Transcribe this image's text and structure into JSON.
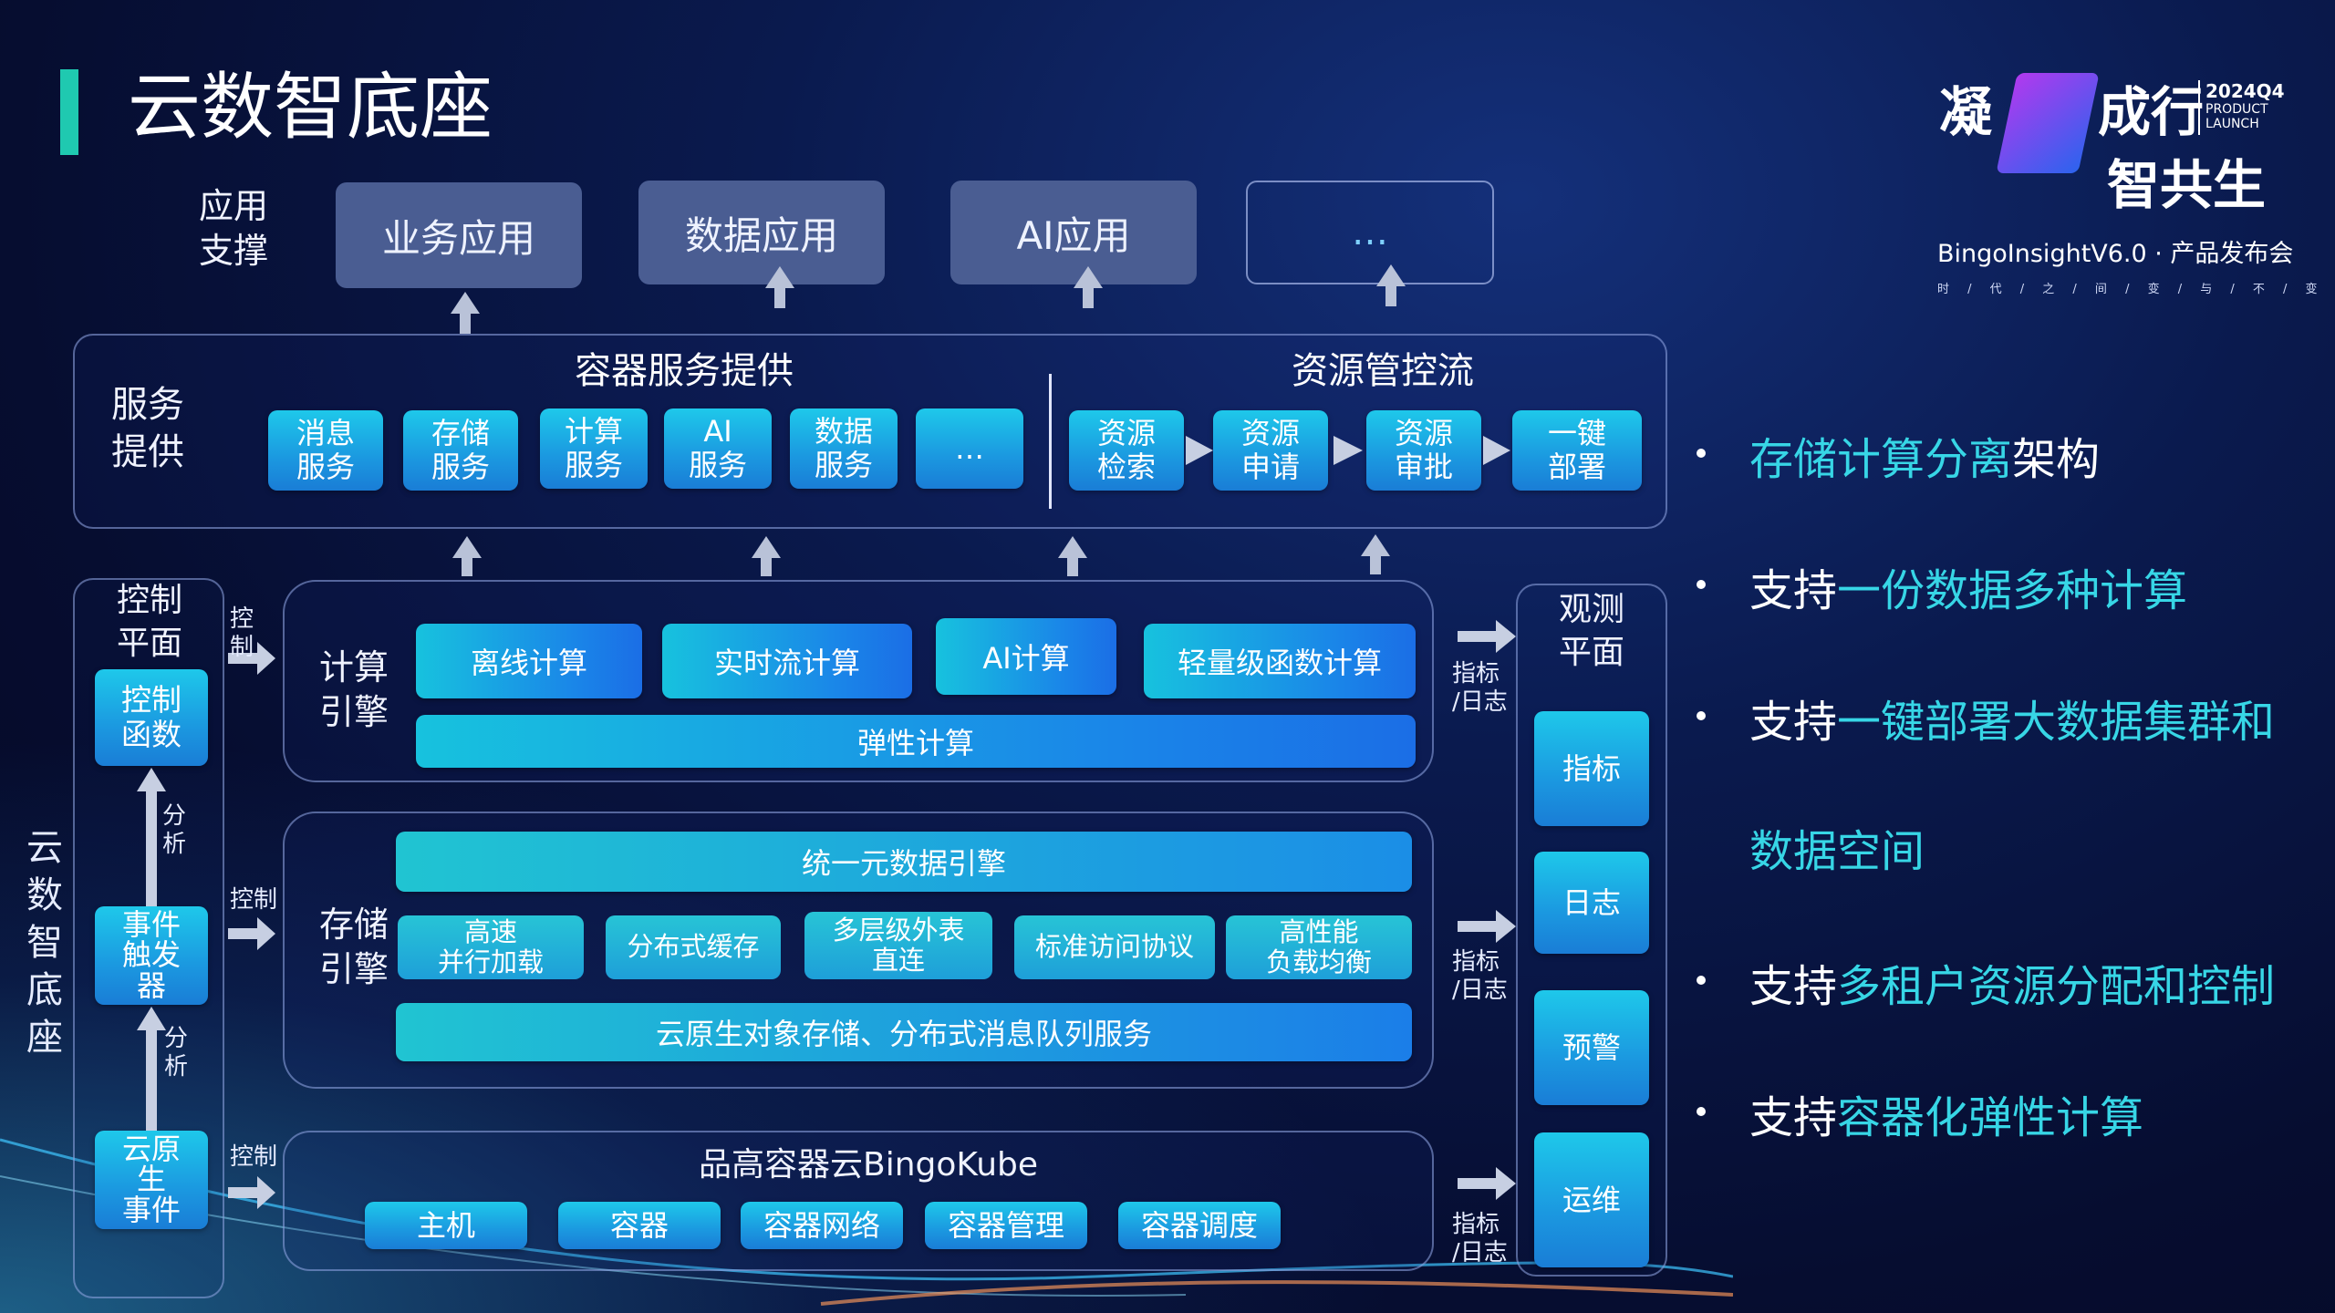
{
  "title": "云数智底座",
  "brand": {
    "line1_a": "凝",
    "line1_b": "成行",
    "line2": "智共生",
    "launch_code": "2024Q4",
    "launch_line1": "PRODUCT",
    "launch_line2": "LAUNCH",
    "subtitle": "BingoInsightV6.0 · 产品发布会",
    "tagline": "时 / 代 / 之 / 间 / 变 / 与 / 不 / 变"
  },
  "app_layer": {
    "label_line1": "应用",
    "label_line2": "支撑",
    "items": [
      "业务应用",
      "数据应用",
      "AI应用",
      "…"
    ]
  },
  "service_layer": {
    "label_line1": "服务",
    "label_line2": "提供",
    "container_title": "容器服务提供",
    "resource_title": "资源管控流",
    "container_items": [
      {
        "l1": "消息",
        "l2": "服务"
      },
      {
        "l1": "存储",
        "l2": "服务"
      },
      {
        "l1": "计算",
        "l2": "服务"
      },
      {
        "l1": "AI",
        "l2": "服务"
      },
      {
        "l1": "数据",
        "l2": "服务"
      },
      {
        "l1": "…",
        "l2": ""
      }
    ],
    "resource_items": [
      {
        "l1": "资源",
        "l2": "检索"
      },
      {
        "l1": "资源",
        "l2": "申请"
      },
      {
        "l1": "资源",
        "l2": "审批"
      },
      {
        "l1": "一键",
        "l2": "部署"
      }
    ]
  },
  "control_plane": {
    "label_line1": "控制",
    "label_line2": "平面",
    "fn_l1": "控制",
    "fn_l2": "函数",
    "trigger_l1": "事件",
    "trigger_l2": "触发",
    "trigger_l3": "器",
    "native_l1": "云原",
    "native_l2": "生",
    "native_l3": "事件",
    "analyze_1": "分",
    "analyze_2": "析",
    "control_1": "控",
    "control_2": "制",
    "control_h": "控制"
  },
  "side_label": [
    "云",
    "数",
    "智",
    "底",
    "座"
  ],
  "compute_engine": {
    "label_line1": "计算",
    "label_line2": "引擎",
    "items": [
      "离线计算",
      "实时流计算",
      "AI计算",
      "轻量级函数计算"
    ],
    "bar": "弹性计算"
  },
  "storage_engine": {
    "label_line1": "存储",
    "label_line2": "引擎",
    "top_bar": "统一元数据引擎",
    "items": [
      {
        "l1": "高速",
        "l2": "并行加载"
      },
      {
        "l1": "分布式缓存",
        "l2": ""
      },
      {
        "l1": "多层级外表",
        "l2": "直连"
      },
      {
        "l1": "标准访问协议",
        "l2": ""
      },
      {
        "l1": "高性能",
        "l2": "负载均衡"
      }
    ],
    "bottom_bar": "云原生对象存储、分布式消息队列服务"
  },
  "kube_layer": {
    "title": "品高容器云BingoKube",
    "items": [
      "主机",
      "容器",
      "容器网络",
      "容器管理",
      "容器调度"
    ]
  },
  "observe": {
    "label_line1": "观测",
    "label_line2": "平面",
    "items": [
      "指标",
      "日志",
      "预警",
      "运维"
    ],
    "metric_label_1": "指标",
    "metric_label_2": "/日志"
  },
  "bullets": [
    {
      "hl": "存储计算分离",
      "rest": "架构",
      "pre": ""
    },
    {
      "pre": "支持",
      "hl": "一份数据多种计算",
      "rest": ""
    },
    {
      "pre": "支持",
      "hl": "一键部署大数据集群和",
      "rest": ""
    },
    {
      "pre": "",
      "hl": "数据空间",
      "rest": ""
    },
    {
      "pre": "支持",
      "hl": "多租户资源分配和控制",
      "rest": ""
    },
    {
      "pre": "支持",
      "hl": "容器化弹性计算",
      "rest": ""
    }
  ],
  "colors": {
    "accent": "#1ec8ea",
    "highlight": "#37d6e6",
    "title_bar": "#1fc9b0"
  }
}
